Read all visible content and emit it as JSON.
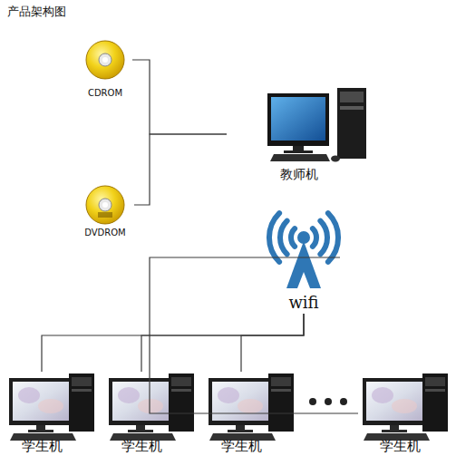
{
  "diagram": {
    "title": "产品架构图",
    "nodes": [
      {
        "text": [
          "CDROM"
        ]
      },
      {
        "text": [
          "DVDROM"
        ]
      },
      {
        "text": [
          "教师机"
        ]
      },
      {
        "text": [
          "wifi"
        ]
      },
      {
        "text": [
          "学生机"
        ]
      },
      {
        "text": [
          "学生机"
        ]
      },
      {
        "text": [
          "学生机"
        ]
      },
      {
        "text": [
          "学生机"
        ]
      }
    ],
    "edges": [
      {
        "from": 0,
        "to": 2,
        "arrow": "none"
      },
      {
        "from": 1,
        "to": 2,
        "arrow": "none"
      },
      {
        "from": 3,
        "to": 4,
        "arrow": "none"
      },
      {
        "from": 3,
        "to": 5,
        "arrow": "none"
      },
      {
        "from": 3,
        "to": 6,
        "arrow": "none"
      },
      {
        "from": 3,
        "to": 7,
        "arrow": "none"
      }
    ]
  }
}
